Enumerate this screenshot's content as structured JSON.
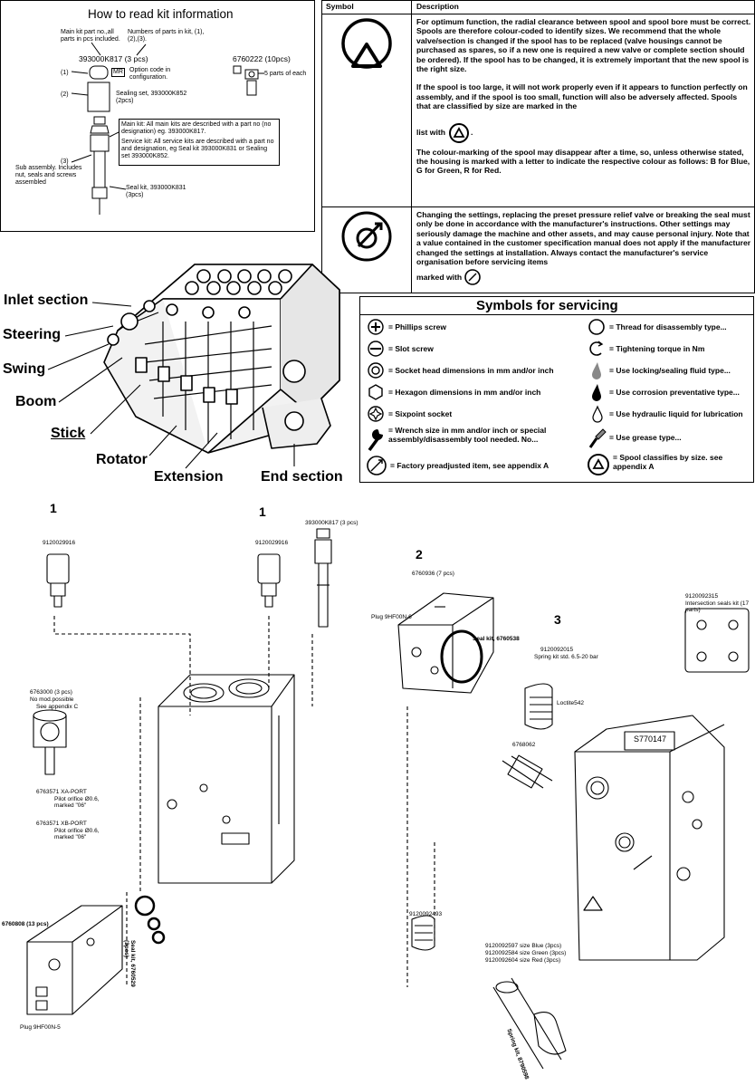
{
  "kit_info": {
    "title": "How to read kit information",
    "main_kit_label": "Main kit part no.,all parts in pcs included.",
    "numbers_label": "Numbers of parts in kit, (1),(2),(3).",
    "kit_no": "393000K817 (3 pcs)",
    "kit_no2": "6760222 (10pcs)",
    "five_parts": "5 parts of each",
    "item1": "(1)",
    "item2": "(2)",
    "item3": "(3)",
    "mr": "MR",
    "option_code": "Option code in configuration.",
    "sealing_set": "Sealing set, 393000K852 (2pcs)",
    "main_kit_note": "Main kit: All main kits are described with a part no (no designation) eg. 393000K817.",
    "service_kit_note": "Service kit: All service kits are described with a part no and designation, eg Seal kit 393000K831 or Sealing set 393000K852.",
    "sub_assembly": "Sub assembly. Includes nut, seals and screws assembled",
    "seal_kit": "Seal kit, 393000K831 (3pcs)"
  },
  "symbol_table": {
    "header_symbol": "Symbol",
    "header_description": "Description",
    "row1_p1": "For optimum function, the radial clearance between spool and spool bore must be correct. Spools are therefore colour-coded to identify sizes. We recommend that the whole valve/section is changed if the spool has to be replaced (valve housings cannot be purchased as spares, so if a new one is required a new valve or complete section should be ordered). If the spool has to be changed, it is extremely important that the new spool is the right size.",
    "row1_p2": "If the spool is too large, it will not work properly even if it appears to function perfectly on assembly, and if the spool is too small, function will also be adversely affected. Spools that are classified by size are marked in the",
    "row1_list": "list with",
    "row1_p3a": "The colour-marking of the spool may disappear after a time, so, unless otherwise stated, the housing is marked with a letter to indicate the respective colour as follows: ",
    "row1_p3b": "B for Blue, G for Green, R for Red.",
    "row2_p1": "Changing the settings, replacing the preset pressure relief valve or breaking the seal must only be done in accordance with the manufacturer's instructions. Other settings may seriously damage the machine and other assets, and may cause personal injury. Note that a value contained in the customer specification manual does not apply if the manufacturer changed the settings at installation. Always contact the manufacturer's service organisation before servicing items",
    "row2_marked": "marked with"
  },
  "valve_labels": {
    "inlet": "Inlet section",
    "steering": "Steering",
    "swing": "Swing",
    "boom": "Boom",
    "stick": "Stick",
    "rotator": "Rotator",
    "extension": "Extension",
    "end": "End section"
  },
  "servicing": {
    "title": "Symbols for servicing",
    "left": [
      "= Phillips screw",
      "= Slot screw",
      "= Socket head dimensions in mm and/or inch",
      "= Hexagon dimensions in mm and/or inch",
      "= Sixpoint socket",
      "= Wrench size in mm and/or inch or special assembly/disassembly tool needed. No...",
      "= Factory preadjusted item, see appendix A"
    ],
    "right": [
      "= Thread for disassembly type...",
      "= Tightening torque in Nm",
      "= Use locking/sealing fluid type...",
      "= Use corrosion preventative type...",
      "= Use hydraulic liquid for lubrication",
      "= Use grease type...",
      "= Spool classifies by size. see appendix A"
    ]
  },
  "diagram": {
    "callout_1a": "1",
    "callout_1b": "1",
    "callout_2": "2",
    "callout_3": "3",
    "pn_1a": "9120029916",
    "pn_1b": "9120029916",
    "pn_top": "393000K817 (3 pcs)",
    "pn_2": "6760936 (7 pcs)",
    "pn_3": "9120092015",
    "pn_3b": "Spring kit std. 6.5-20 bar",
    "pn_right": "9120092315",
    "pn_right_b": "Intersection seals kit (17 parts)",
    "pn_left_mid": "6763000 (3 pcs)",
    "no_mod": "No mod.possible",
    "see_app": "See appendix C",
    "xa_port": "6763571  XA-PORT",
    "xa_note": "Pilot orifice Ø0.6, marked \"06\"",
    "xb_port": "6763571  XB-PORT",
    "xb_note": "Pilot orifice Ø0.6, marked \"06\"",
    "pn_lower_left": "6760808 (13 pcs)",
    "plug_left": "Plug 9HF00N-5",
    "pn_mid_right": "6768062",
    "housing_mark": "S770147",
    "pn_lower_mid": "9120092493",
    "sizes_1": "9120092597  size Blue (3pcs)",
    "sizes_2": "9120092584  size Green (3pcs)",
    "sizes_3": "9120092604  size Red (3pcs)",
    "spring_kit": "Spring kit, 8790598",
    "seal_kit_mid": "Seal kit, 6760538",
    "plug_2": "Plug 9HF00N-6",
    "loctite": "Loctite542",
    "seal_kit_left": "Seal kit, 6760529 (3pcs)"
  }
}
